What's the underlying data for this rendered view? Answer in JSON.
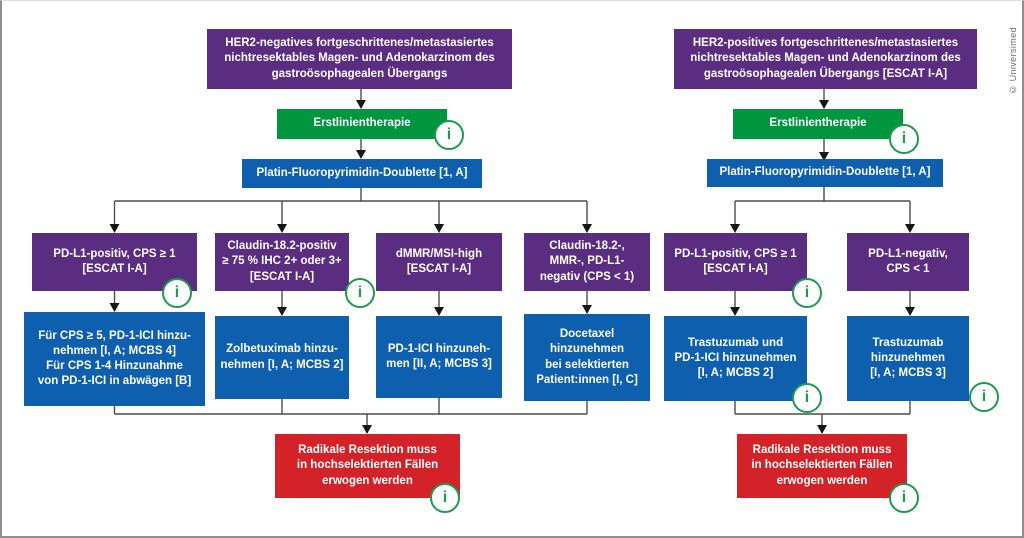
{
  "credit": "© Universimed",
  "info_icon": {
    "char": "i"
  },
  "colors": {
    "purple": "#5b2d81",
    "green": "#009640",
    "blue": "#0e5fae",
    "red": "#d42328",
    "info_green": "#1d9b4d"
  },
  "left_pathway": {
    "diagnosis": "HER2-negatives fortgeschrittenes/metastasiertes\nnichtresektables Magen- und Adenokarzinom des\ngastroösophagealen Übergangs",
    "therapy_line": "Erstlinientherapie",
    "backbone": "Platin-Fluoropyrimidin-Doublette [1, A]",
    "branches": [
      {
        "condition": "PD-L1-positiv, CPS ≥ 1\n[ESCAT I-A]",
        "treatment": "Für CPS ≥ 5, PD-1-ICI hinzu-\nnehmen [I, A; MCBS 4]\nFür CPS 1-4 Hinzunahme\nvon PD-1-ICI in abwägen [B]"
      },
      {
        "condition": "Claudin-18.2-positiv\n≥ 75 % IHC 2+ oder 3+\n[ESCAT I-A]",
        "treatment": "Zolbetuximab hinzu-\nnehmen [I, A; MCBS 2]"
      },
      {
        "condition": "dMMR/MSI-high\n[ESCAT I-A]",
        "treatment": "PD-1-ICI hinzuneh-\nmen [II, A; MCBS 3]"
      },
      {
        "condition": "Claudin-18.2-,\nMMR-, PD-L1-\nnegativ (CPS < 1)",
        "treatment": "Docetaxel\nhinzunehmen\nbei selektierten\nPatient:innen [I, C]"
      }
    ],
    "resection": "Radikale Resektion muss\nin hochselektierten Fällen\nerwogen werden"
  },
  "right_pathway": {
    "diagnosis": "HER2-positives fortgeschrittenes/metastasiertes\nnichtresektables Magen- und Adenokarzinom des\ngastroösophagealen Übergangs [ESCAT I-A]",
    "therapy_line": "Erstlinientherapie",
    "backbone": "Platin-Fluoropyrimidin-Doublette [1, A]",
    "branches": [
      {
        "condition": "PD-L1-positiv, CPS ≥ 1\n[ESCAT I-A]",
        "treatment": "Trastuzumab und\nPD-1-ICI hinzunehmen\n[I, A; MCBS 2]"
      },
      {
        "condition": "PD-L1-negativ,\nCPS < 1",
        "treatment": "Trastuzumab\nhinzunehmen\n[I, A; MCBS 3]"
      }
    ],
    "resection": "Radikale Resektion muss\nin hochselektierten Fällen\nerwogen werden"
  }
}
